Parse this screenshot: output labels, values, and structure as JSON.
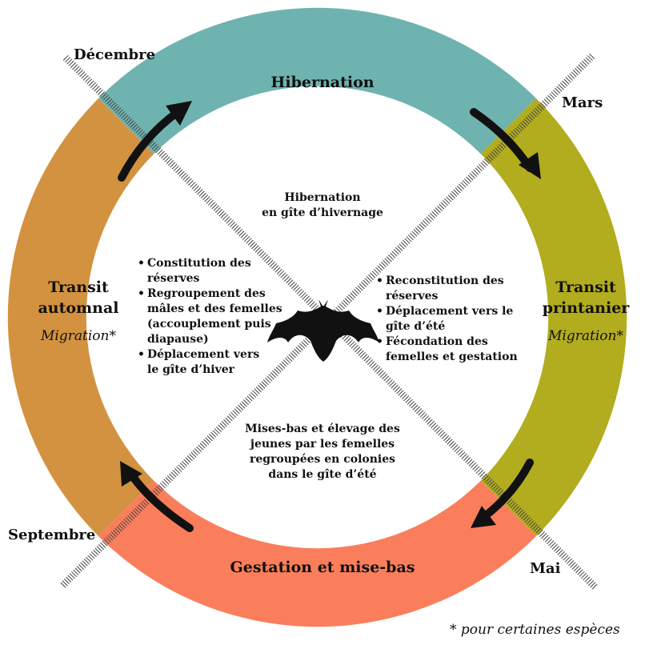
{
  "months": {
    "december": "Décembre",
    "march": "Mars",
    "september": "Septembre",
    "may": "Mai"
  },
  "seasons": {
    "top": "Hibernation",
    "right_line1": "Transit",
    "right_line2": "printanier",
    "left_line1": "Transit",
    "left_line2": "automnal",
    "bottom": "Gestation et mise-bas",
    "migration": "Migration*"
  },
  "center": {
    "top_line1": "Hibernation",
    "top_line2": "en gîte d’hivernage",
    "left_items": [
      [
        "Constitution des",
        "réserves"
      ],
      [
        "Regroupement des",
        "mâles et des femelles",
        "(accouplement puis",
        "diapause)"
      ],
      [
        "Déplacement vers",
        "le gîte d’hiver"
      ]
    ],
    "right_items": [
      [
        "Reconstitution des",
        "réserves"
      ],
      [
        "Déplacement vers le",
        "gîte d’été"
      ],
      [
        "Fécondation des",
        "femelles et gestation"
      ]
    ],
    "bottom_lines": [
      "Mises-bas et élevage des",
      "jeunes par les femelles",
      "regroupées en colonies",
      "dans le gîte d’été"
    ]
  },
  "footnote": "* pour certaines espèces",
  "colors": {
    "hibernation": "#6fb3b0",
    "spring": "#b2ac1f",
    "autumn": "#d3923f",
    "gestation": "#fa7e5c",
    "arrow": "#111111"
  },
  "icons": [
    "bat-icon",
    "arrow-icon"
  ]
}
